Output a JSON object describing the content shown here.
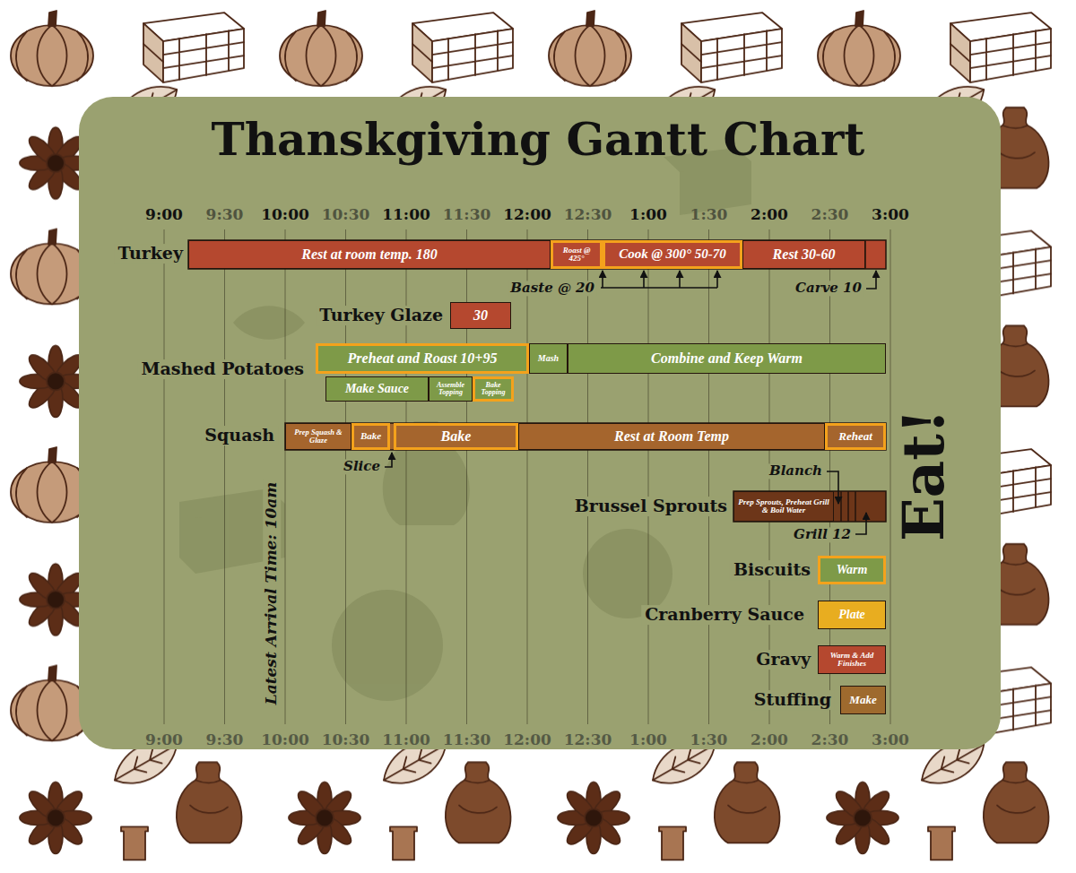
{
  "diagram": {
    "title": "Thanskgiving Gantt Chart",
    "nodes": [
      {
        "text": [
          "Rest at room temp. 180"
        ]
      },
      {
        "text": [
          "Roast @ 425°"
        ]
      },
      {
        "text": [
          "Cook @ 300° 50-70"
        ]
      },
      {
        "text": [
          "Rest 30-60"
        ]
      },
      {
        "text": [
          "30"
        ]
      },
      {
        "text": [
          "Preheat and Roast 10+95"
        ]
      },
      {
        "text": [
          "Mash"
        ]
      },
      {
        "text": [
          "Combine and Keep Warm"
        ]
      },
      {
        "text": [
          "Make Sauce"
        ]
      },
      {
        "text": [
          "Assemble Topping"
        ]
      },
      {
        "text": [
          "Bake Topping"
        ]
      },
      {
        "text": [
          "Prep Squash & Glaze"
        ]
      },
      {
        "text": [
          "Bake"
        ]
      },
      {
        "text": [
          "Bake"
        ]
      },
      {
        "text": [
          "Rest at Room Temp"
        ]
      },
      {
        "text": [
          "Reheat"
        ]
      },
      {
        "text": [
          "Prep Sprouts, Preheat Grill & Boil Water"
        ]
      },
      {
        "text": [
          "Warm"
        ]
      },
      {
        "text": [
          "Plate"
        ]
      },
      {
        "text": [
          "Warm & Add Finishes"
        ]
      },
      {
        "text": [
          "Make"
        ]
      }
    ],
    "labels": [
      "9:00",
      "9:30",
      "10:00",
      "10:30",
      "11:00",
      "11:30",
      "12:00",
      "12:30",
      "1:00",
      "1:30",
      "2:00",
      "2:30",
      "3:00",
      "9:00",
      "9:30",
      "10:00",
      "10:30",
      "11:00",
      "11:30",
      "12:00",
      "12:30",
      "1:00",
      "1:30",
      "2:00",
      "2:30",
      "3:00",
      "Turkey",
      "Turkey Glaze",
      "Mashed Potatoes",
      "Squash",
      "Brussel Sprouts",
      "Biscuits",
      "Cranberry Sauce",
      "Gravy",
      "Stuffing",
      "Baste @ 20",
      "Carve 10",
      "Slice",
      "Blanch",
      "Grill 12",
      "Latest Arrival Time: 10am",
      "Eat!"
    ]
  }
}
